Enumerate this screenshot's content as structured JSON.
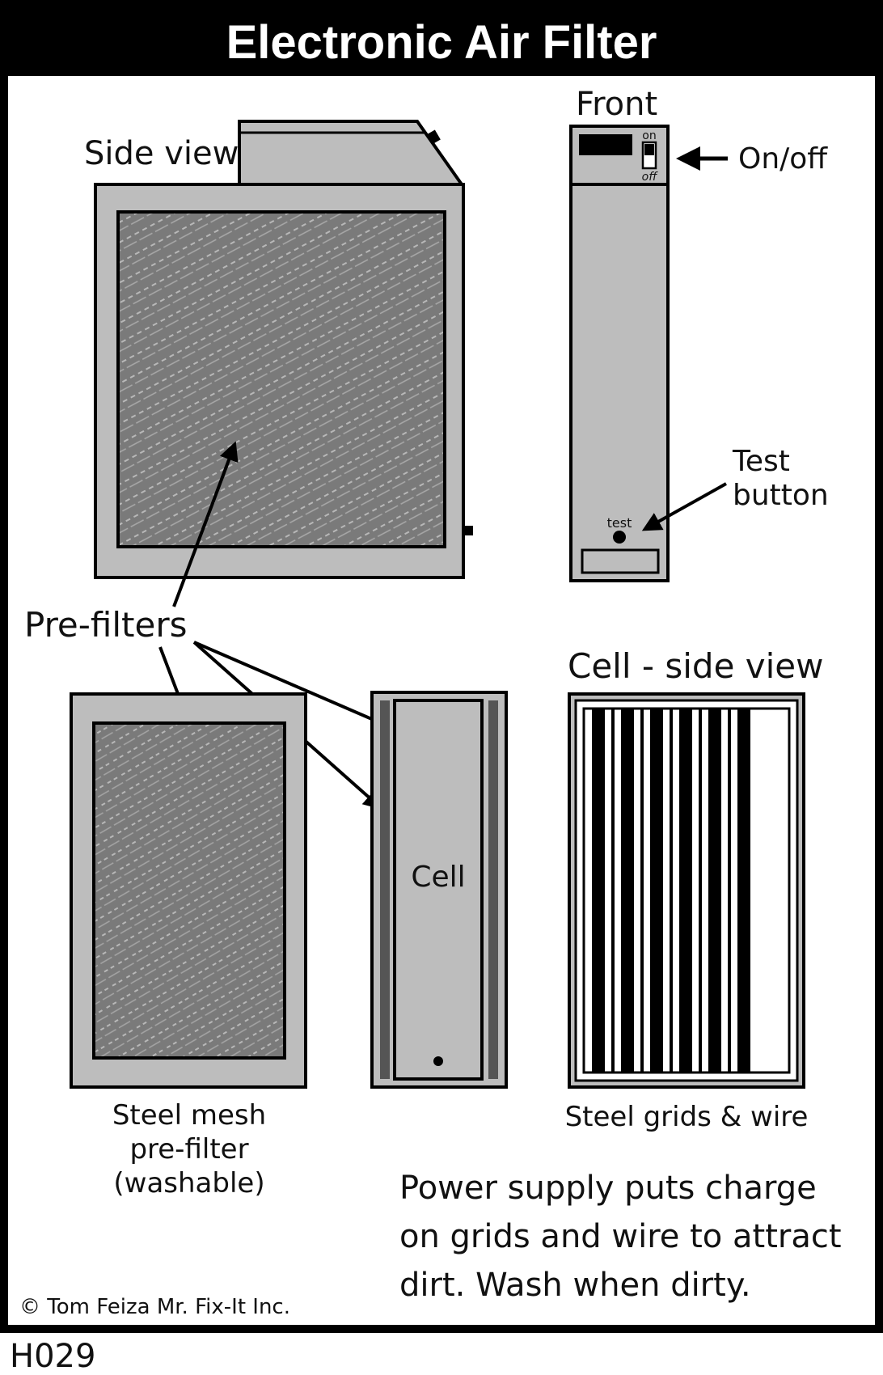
{
  "title": "Electronic Air Filter",
  "labels": {
    "side_view": "Side view",
    "front": "Front",
    "on": "on",
    "off": "off",
    "on_off": "On/off",
    "test_button_line1": "Test",
    "test_button_line2": "button",
    "test": "test",
    "pre_filters": "Pre-filters",
    "cell_side_view": "Cell - side view",
    "cell": "Cell",
    "steel_mesh_line1": "Steel mesh",
    "steel_mesh_line2": "pre-filter",
    "steel_mesh_line3": "(washable)",
    "steel_grids": "Steel grids & wire",
    "power_line1": "Power supply puts charge",
    "power_line2": "on grids and wire to attract",
    "power_line3": "dirt. Wash when dirty."
  },
  "copyright": "© Tom Feiza Mr. Fix-It Inc.",
  "code": "H029",
  "colors": {
    "frame": "#000000",
    "panel_light": "#bdbdbd",
    "mesh_dark": "#7a7a7a",
    "grid_dark": "#555555"
  }
}
